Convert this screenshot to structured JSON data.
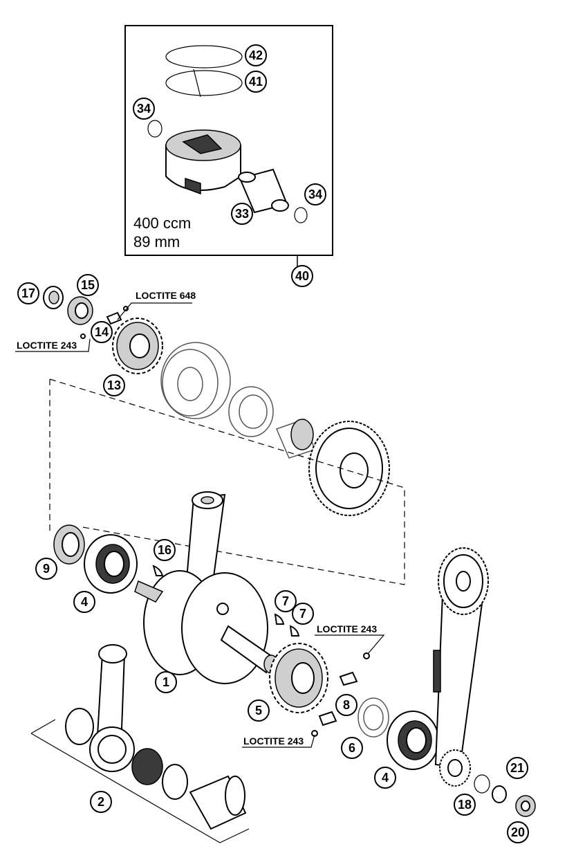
{
  "piston_kit": {
    "displacement": "400 ccm",
    "bore": "89 mm"
  },
  "labels": {
    "loctite_648": "LOCTITE 648",
    "loctite_243_upper_left": "LOCTITE 243",
    "loctite_243_right": "LOCTITE 243",
    "loctite_243_lower": "LOCTITE 243"
  },
  "callouts": {
    "c42": "42",
    "c41": "41",
    "c34a": "34",
    "c34b": "34",
    "c33": "33",
    "c40": "40",
    "c17": "17",
    "c15": "15",
    "c14": "14",
    "c13": "13",
    "c16": "16",
    "c9": "9",
    "c4a": "4",
    "c1": "1",
    "c7a": "7",
    "c7b": "7",
    "c5": "5",
    "c8": "8",
    "c6": "6",
    "c4b": "4",
    "c2": "2",
    "c18": "18",
    "c21": "21",
    "c20": "20"
  }
}
